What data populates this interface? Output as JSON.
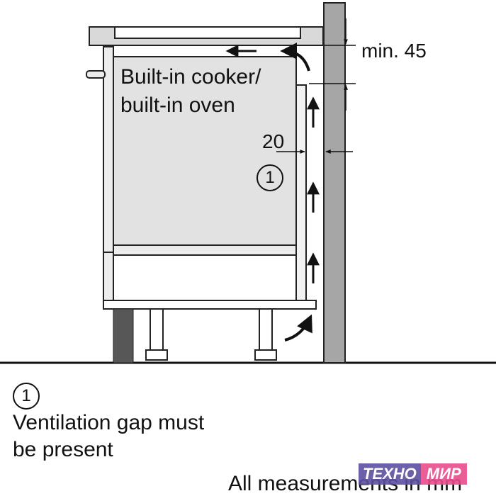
{
  "diagram": {
    "appliance_label_line1": "Built-in cooker/",
    "appliance_label_line2": "built-in oven",
    "top_gap_label": "min. 45",
    "side_gap_label": "20",
    "reference_marker": "1"
  },
  "legend": {
    "marker": "1",
    "note_line1": "Ventilation gap must",
    "note_line2": "be present"
  },
  "footer": {
    "units_note": "All measurements in mm"
  },
  "watermark": {
    "part1": "ТЕХНО",
    "part2": "МИР"
  },
  "colors": {
    "appliance_fill": "#e2e2e2",
    "wall_fill": "#a6a6a6",
    "dark_panel": "#575757",
    "line": "#1a1a1a"
  },
  "icons": [
    "airflow-arrow-icon",
    "dimension-arrow-icon",
    "circled-number-icon"
  ]
}
